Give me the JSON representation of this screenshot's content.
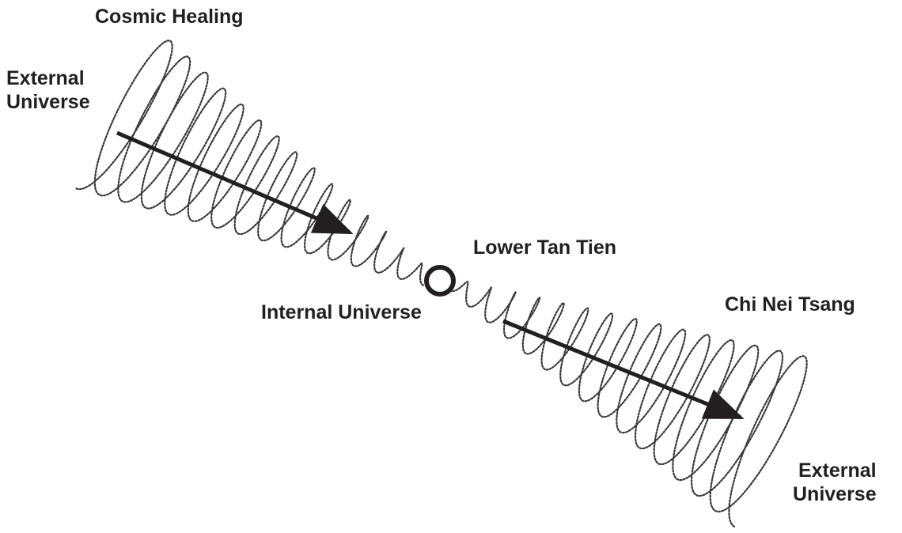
{
  "diagram": {
    "labels": {
      "cosmic_healing": "Cosmic Healing",
      "external_universe_left_line1": "External",
      "external_universe_left_line2": "Universe",
      "lower_tan_tien": "Lower Tan Tien",
      "internal_universe": "Internal Universe",
      "chi_nei_tsang": "Chi Nei Tsang",
      "external_universe_right_line1": "External",
      "external_universe_right_line2": "Universe"
    },
    "colors": {
      "ink": "#231f20",
      "spiral": "#3a3a3a",
      "background": "#ffffff"
    }
  }
}
